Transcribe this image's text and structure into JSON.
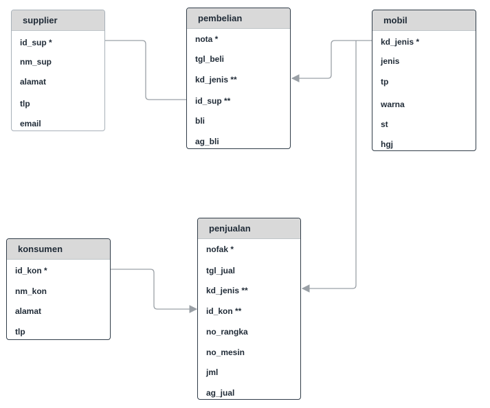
{
  "entities": {
    "supplier": {
      "title": "supplier",
      "attributes": [
        "id_sup *",
        "nm_sup",
        "alamat",
        "tlp",
        "email"
      ]
    },
    "pembelian": {
      "title": "pembelian",
      "attributes": [
        "nota *",
        "tgl_beli",
        "kd_jenis **",
        "id_sup **",
        "bli",
        "ag_bli"
      ]
    },
    "mobil": {
      "title": "mobil",
      "attributes": [
        "kd_jenis *",
        "jenis",
        "tp",
        "warna",
        "st",
        "hgj"
      ]
    },
    "konsumen": {
      "title": "konsumen",
      "attributes": [
        "id_kon *",
        "nm_kon",
        "alamat",
        "tlp"
      ]
    },
    "penjualan": {
      "title": "penjualan",
      "attributes": [
        "nofak *",
        "tgl_jual",
        "kd_jenis **",
        "id_kon **",
        "no_rangka",
        "no_mesin",
        "jml",
        "ag_jual"
      ]
    }
  }
}
